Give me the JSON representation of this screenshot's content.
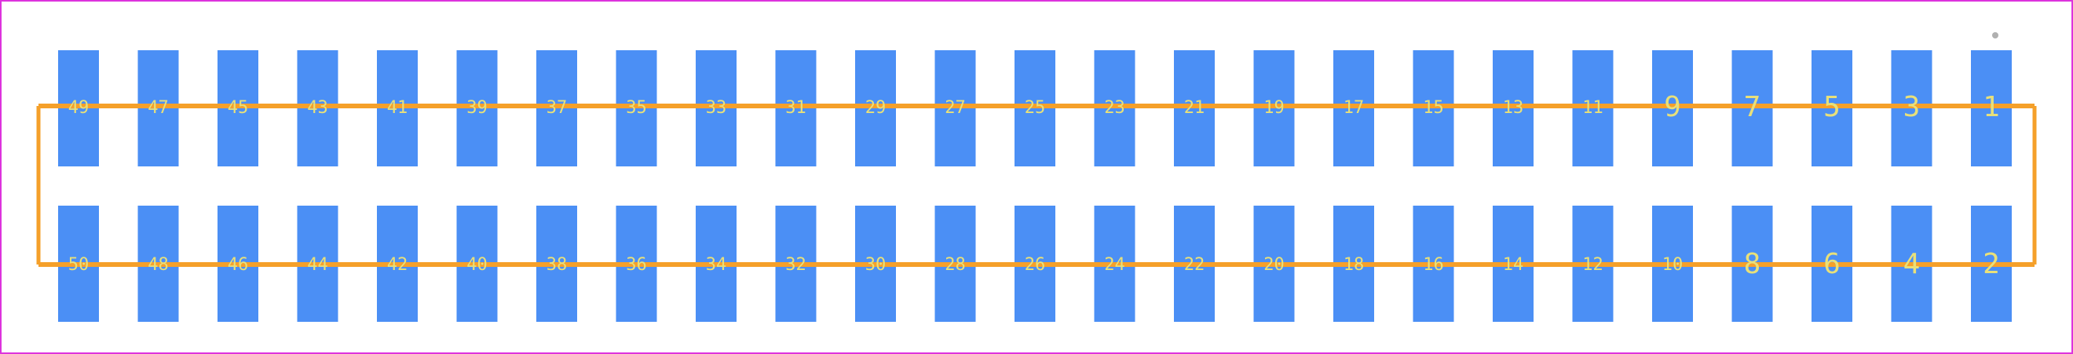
{
  "colors": {
    "background": "#ffffff",
    "frame": "#dd33dd",
    "pad": "#4b8ff5",
    "trace": "#f5a02a",
    "label": "#e8e07a",
    "marker": "#b0b0b0"
  },
  "icons": {
    "pin1_marker": "pin-1-dot-icon"
  },
  "top_row": [
    "49",
    "47",
    "45",
    "43",
    "41",
    "39",
    "37",
    "35",
    "33",
    "31",
    "29",
    "27",
    "25",
    "23",
    "21",
    "19",
    "17",
    "15",
    "13",
    "11",
    "9",
    "7",
    "5",
    "3",
    "1"
  ],
  "bottom_row": [
    "50",
    "48",
    "46",
    "44",
    "42",
    "40",
    "38",
    "36",
    "34",
    "32",
    "30",
    "28",
    "26",
    "24",
    "22",
    "20",
    "18",
    "16",
    "14",
    "12",
    "10",
    "8",
    "6",
    "4",
    "2"
  ]
}
